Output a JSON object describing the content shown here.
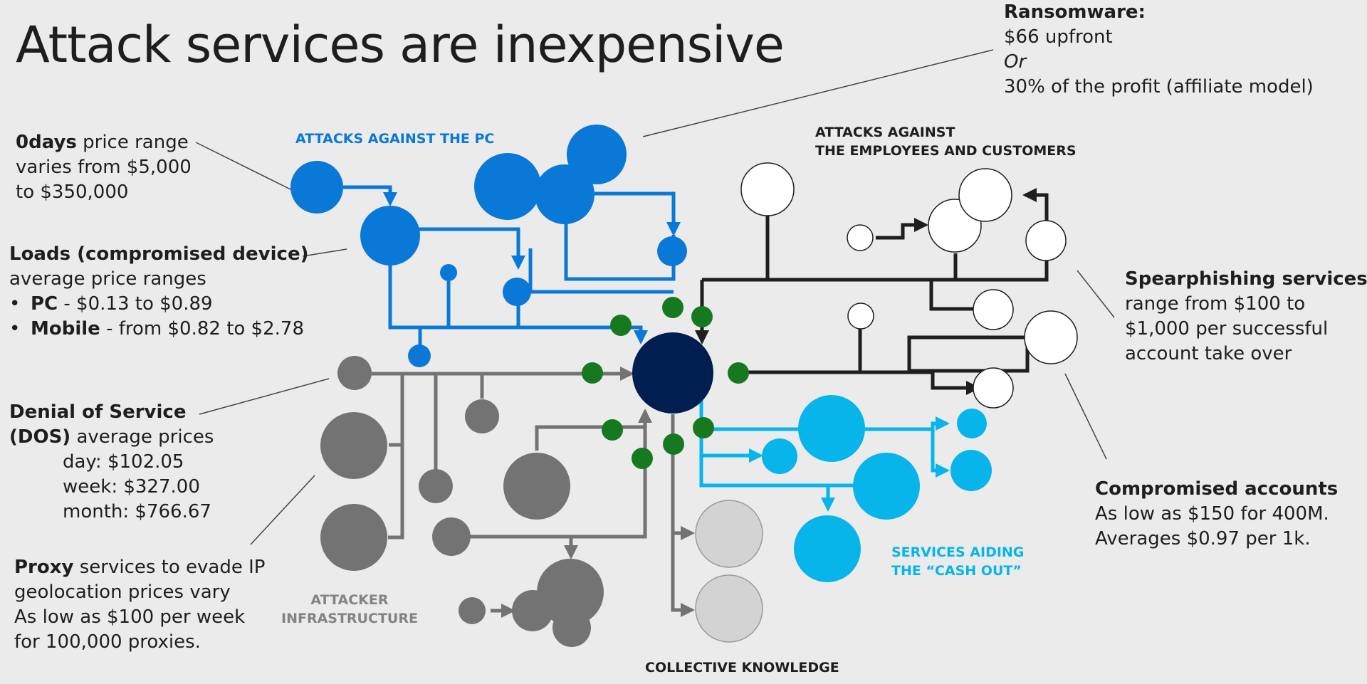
{
  "title": "Attack services are inexpensive",
  "groups": {
    "pc": "ATTACKS AGAINST THE PC",
    "employees": [
      "ATTACKS AGAINST",
      "THE EMPLOYEES AND CUSTOMERS"
    ],
    "cashout": [
      "SERVICES AIDING",
      "THE “CASH OUT”"
    ],
    "infra": [
      "ATTACKER",
      "INFRASTRUCTURE"
    ],
    "knowledge": "COLLECTIVE KNOWLEDGE"
  },
  "annotations": {
    "ransomware": {
      "heading": "Ransomware:",
      "line1": "$66 upfront",
      "line2": "Or",
      "line3": "30% of the profit (affiliate model)"
    },
    "zerodays": {
      "bold": "0days",
      "line1_rest": " price range",
      "line2": "varies from $5,000",
      "line3": "to $350,000"
    },
    "loads": {
      "heading": "Loads (compromised device)",
      "line2": "average price ranges",
      "pc_label": "PC",
      "pc_value": " - $0.13 to $0.89",
      "mobile_label": "Mobile",
      "mobile_value": " - from $0.82 to $2.78"
    },
    "dos": {
      "line1": "Denial of Service",
      "line2_bold": "(DOS)",
      "line2_rest": " average prices",
      "day": "day: $102.05",
      "week": "week: $327.00",
      "month": "month: $766.67"
    },
    "proxy": {
      "bold": "Proxy",
      "line1_rest": " services to evade IP",
      "line2": "geolocation prices vary",
      "line3": "As low as $100 per week",
      "line4": "for 100,000 proxies."
    },
    "spearphishing": {
      "heading": "Spearphishing services",
      "line2": "range from $100 to",
      "line3": "$1,000 per successful",
      "line4": "account take over"
    },
    "compromised": {
      "heading": "Compromised accounts",
      "line2": "As low as $150 for 400M.",
      "line3": "Averages $0.97 per 1k."
    }
  },
  "colors": {
    "pc": "#0a78d7",
    "employees": "#1e1e1e",
    "cashout": "#07b5ea",
    "infra": "#737373",
    "knowledge": "#d3d3d3",
    "hub": "#001e50",
    "connector": "#17791f",
    "background": "#ebebeb"
  }
}
